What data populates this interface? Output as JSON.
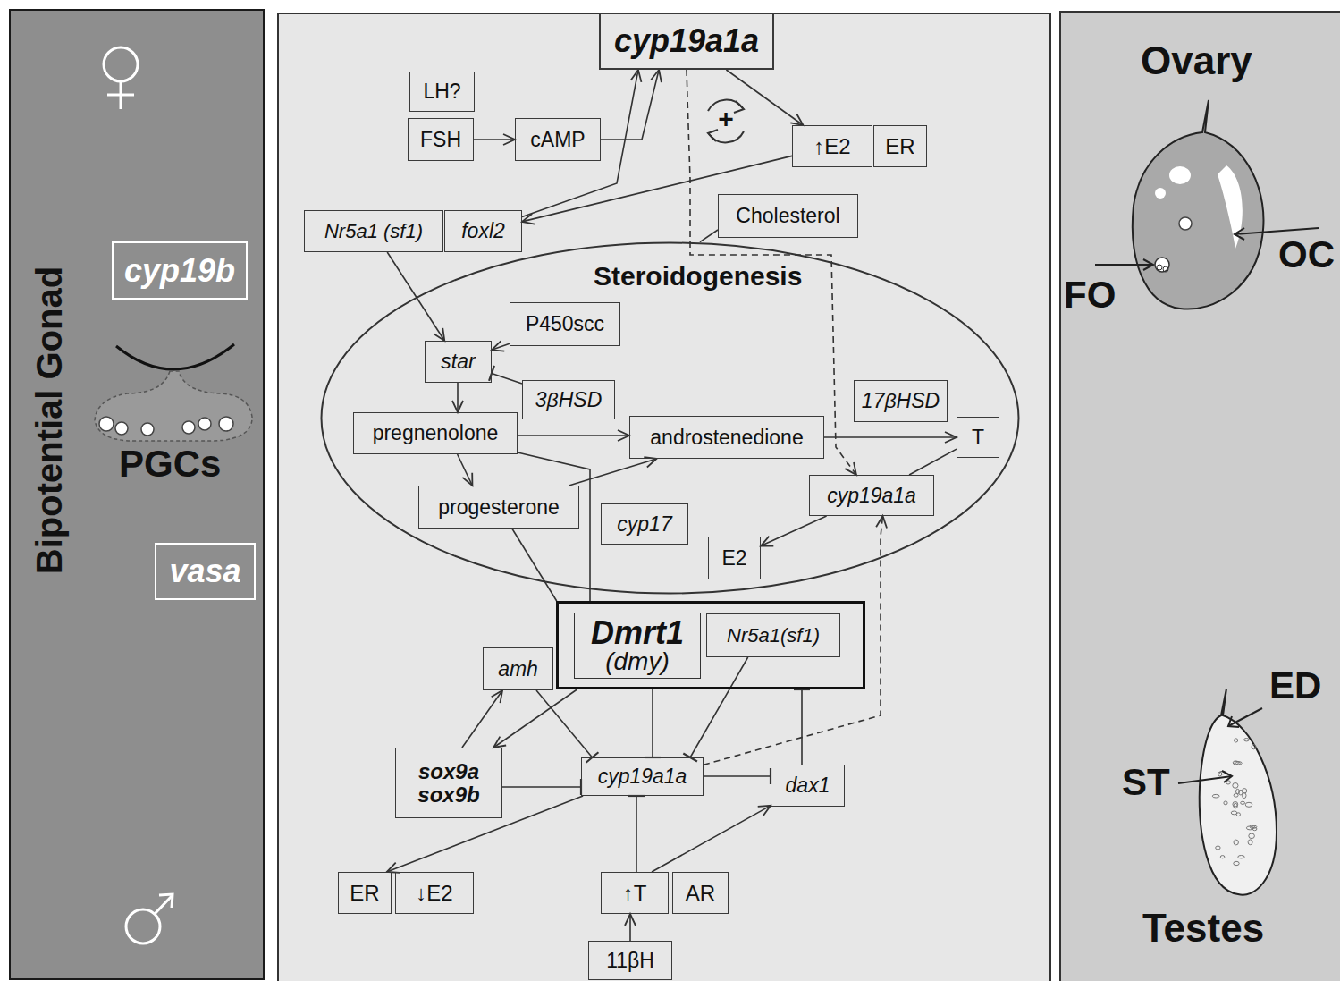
{
  "diagram": {
    "nodes": [
      {
        "text": [
          "Bipotential Gonad"
        ]
      },
      {
        "text": [
          "cyp19b"
        ],
        "in": 0
      },
      {
        "text": [
          "vasa"
        ],
        "in": 0
      },
      {
        "text": [
          "cyp19a1a"
        ]
      },
      {
        "text": [
          "LH?"
        ]
      },
      {
        "text": [
          "FSH"
        ]
      },
      {
        "text": [
          "cAMP"
        ]
      },
      {
        "text": [
          "↑E2"
        ]
      },
      {
        "text": [
          "ER"
        ]
      },
      {
        "text": [
          "Nr5a1 (sf1)"
        ]
      },
      {
        "text": [
          "foxl2"
        ]
      },
      {
        "text": [
          "Cholesterol"
        ]
      },
      {
        "text": [
          "Steroidogenesis"
        ]
      },
      {
        "text": [
          "P450scc"
        ],
        "in": 12
      },
      {
        "text": [
          "star"
        ],
        "in": 12
      },
      {
        "text": [
          "3βHSD"
        ],
        "in": 12
      },
      {
        "text": [
          "17βHSD"
        ],
        "in": 12
      },
      {
        "text": [
          "pregnenolone"
        ],
        "in": 12
      },
      {
        "text": [
          "androstenedione"
        ],
        "in": 12
      },
      {
        "text": [
          "T"
        ],
        "in": 12
      },
      {
        "text": [
          "progesterone"
        ],
        "in": 12
      },
      {
        "text": [
          "cyp17"
        ],
        "in": 12
      },
      {
        "text": [
          "cyp19a1a"
        ],
        "in": 12
      },
      {
        "text": [
          "E2"
        ],
        "in": 12
      },
      {
        "text": [
          "Dmrt1",
          "(dmy)"
        ]
      },
      {
        "text": [
          "Nr5a1(sf1)"
        ],
        "in": 24
      },
      {
        "text": [
          "amh"
        ]
      },
      {
        "text": [
          "sox9a sox9b"
        ]
      },
      {
        "text": [
          "cyp19a1a"
        ]
      },
      {
        "text": [
          "dax1"
        ]
      },
      {
        "text": [
          "ER"
        ]
      },
      {
        "text": [
          "↓E2"
        ]
      },
      {
        "text": [
          "↑T"
        ]
      },
      {
        "text": [
          "AR"
        ]
      },
      {
        "text": [
          "11βH"
        ]
      }
    ],
    "edges": [
      {
        "from": 5,
        "to": 6,
        "arrow": "to"
      },
      {
        "from": 6,
        "to": 3,
        "arrow": "to"
      },
      {
        "from": 10,
        "to": 3,
        "arrow": "to"
      },
      {
        "from": 3,
        "to": 7,
        "arrow": "to"
      },
      {
        "from": 7,
        "to": 10,
        "arrow": "to"
      },
      {
        "from": 3,
        "to": 22,
        "arrow": "to"
      },
      {
        "from": 11,
        "to": 12,
        "arrow": "none"
      },
      {
        "from": 13,
        "to": 14,
        "arrow": "to"
      },
      {
        "from": 9,
        "to": 14,
        "arrow": "to"
      },
      {
        "from": 14,
        "to": 17,
        "arrow": "to"
      },
      {
        "from": 15,
        "to": 14,
        "arrow": "to"
      },
      {
        "from": 17,
        "to": 18,
        "arrow": "to"
      },
      {
        "from": 17,
        "to": 20,
        "arrow": "to"
      },
      {
        "from": 20,
        "to": 18,
        "arrow": "to"
      },
      {
        "from": 18,
        "to": 19,
        "arrow": "to"
      },
      {
        "from": 19,
        "to": 22,
        "arrow": "none"
      },
      {
        "from": 22,
        "to": 23,
        "arrow": "to"
      },
      {
        "from": 24,
        "to": 17,
        "arrow": "none"
      },
      {
        "from": 24,
        "to": 20,
        "arrow": "none"
      },
      {
        "from": 27,
        "to": 26,
        "arrow": "to"
      },
      {
        "from": 24,
        "to": 27,
        "arrow": "to"
      },
      {
        "from": 26,
        "to": 28,
        "arrow": "to"
      },
      {
        "from": 24,
        "to": 28,
        "arrow": "to"
      },
      {
        "from": 25,
        "to": 28,
        "arrow": "to"
      },
      {
        "from": 27,
        "to": 28,
        "arrow": "to"
      },
      {
        "from": 28,
        "to": 29,
        "arrow": "to"
      },
      {
        "from": 29,
        "to": 24,
        "arrow": "to"
      },
      {
        "from": 28,
        "to": 22,
        "arrow": "to"
      },
      {
        "from": 28,
        "to": 30,
        "arrow": "to"
      },
      {
        "from": 32,
        "to": 28,
        "arrow": "to"
      },
      {
        "from": 32,
        "to": 29,
        "arrow": "to"
      },
      {
        "from": 34,
        "to": 32,
        "arrow": "to"
      }
    ],
    "labels": [
      "+",
      "PGCs",
      "Ovary",
      "OC",
      "FO",
      "ED",
      "ST",
      "Testes"
    ]
  }
}
